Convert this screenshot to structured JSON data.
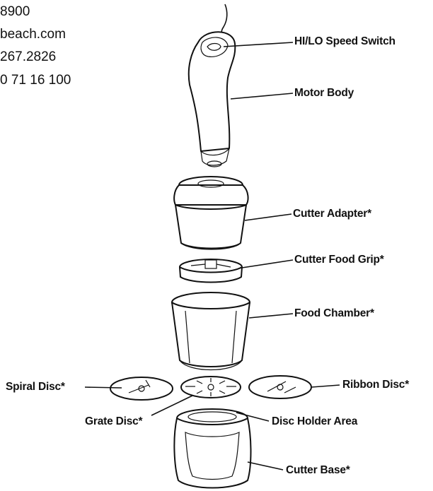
{
  "contact": [
    "8900",
    "beach.com",
    "267.2826",
    "0 71 16 100"
  ],
  "labels": {
    "speed_switch": "HI/LO Speed Switch",
    "motor_body": "Motor Body",
    "cutter_adapter": "Cutter Adapter*",
    "cutter_food_grip": "Cutter Food Grip*",
    "food_chamber": "Food Chamber*",
    "spiral_disc": "Spiral Disc*",
    "ribbon_disc": "Ribbon Disc*",
    "grate_disc": "Grate Disc*",
    "disc_holder_area": "Disc Holder Area",
    "cutter_base": "Cutter Base*"
  }
}
